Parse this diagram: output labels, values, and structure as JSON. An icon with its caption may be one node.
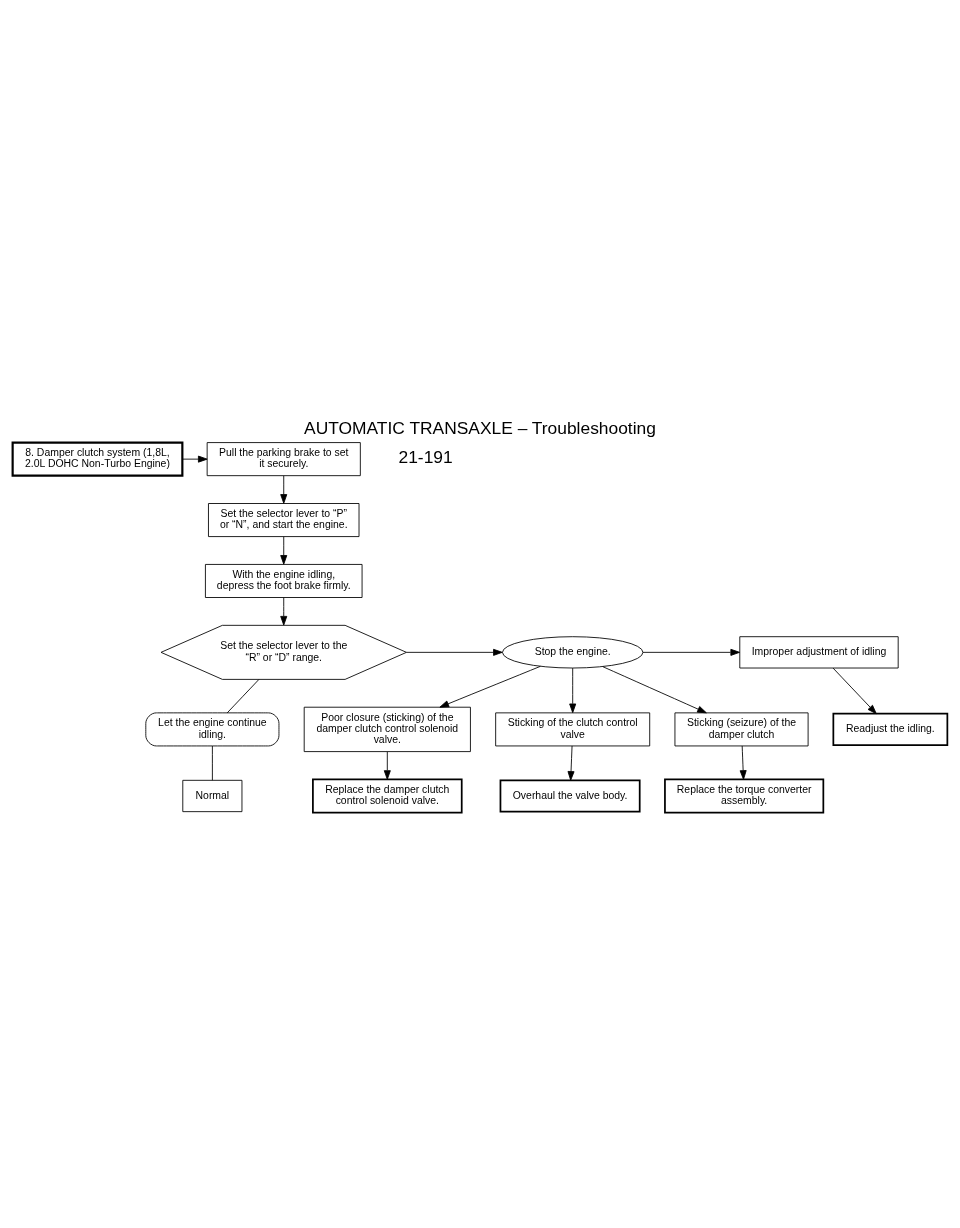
{
  "diagram": {
    "title": "AUTOMATIC TRANSAXLE – Troubleshooting",
    "nodes": [
      {
        "text": [
          "8. Damper clutch system (1,8L, 2.0L DOHC Non-Turbo Engine)"
        ]
      },
      {
        "text": [
          "Pull the parking brake to set it securely."
        ]
      },
      {
        "text": [
          "Set the selector lever to “P” or “N”, and start the engine."
        ]
      },
      {
        "text": [
          "With the engine idling, depress the foot brake firmly."
        ]
      },
      {
        "text": [
          "Set the selector lever to the “R” or “D” range."
        ]
      },
      {
        "text": [
          "Stop the engine."
        ]
      },
      {
        "text": [
          "Improper adjustment of idling"
        ]
      },
      {
        "text": [
          "Let the engine continue idling."
        ]
      },
      {
        "text": [
          "Normal"
        ]
      },
      {
        "text": [
          "Readjust the idling."
        ]
      },
      {
        "text": [
          "Poor closure (sticking) of the damper clutch control solenoid valve."
        ]
      },
      {
        "text": [
          "Replace the damper clutch control solenoid valve."
        ]
      },
      {
        "text": [
          "Sticking of the clutch control valve"
        ]
      },
      {
        "text": [
          "Overhaul the valve body."
        ]
      },
      {
        "text": [
          "Sticking (seizure) of the damper clutch"
        ]
      },
      {
        "text": [
          "Replace the torque converter assembly."
        ]
      }
    ],
    "edges": [
      {
        "from": 0,
        "to": 1,
        "arrow": "to"
      },
      {
        "from": 1,
        "to": 2,
        "arrow": "to"
      },
      {
        "from": 2,
        "to": 3,
        "arrow": "to"
      },
      {
        "from": 3,
        "to": 4,
        "arrow": "to"
      },
      {
        "from": 4,
        "to": 5,
        "arrow": "to"
      },
      {
        "from": 4,
        "to": 7,
        "arrow": "none"
      },
      {
        "from": 7,
        "to": 8,
        "arrow": "none"
      },
      {
        "from": 5,
        "to": 6,
        "arrow": "to"
      },
      {
        "from": 6,
        "to": 9,
        "arrow": "to"
      },
      {
        "from": 5,
        "to": 10,
        "arrow": "to"
      },
      {
        "from": 10,
        "to": 11,
        "arrow": "to"
      },
      {
        "from": 5,
        "to": 12,
        "arrow": "to"
      },
      {
        "from": 12,
        "to": 13,
        "arrow": "to"
      },
      {
        "from": 5,
        "to": 14,
        "arrow": "to"
      },
      {
        "from": 14,
        "to": 15,
        "arrow": "to"
      }
    ],
    "labels": [
      "21-191"
    ]
  }
}
